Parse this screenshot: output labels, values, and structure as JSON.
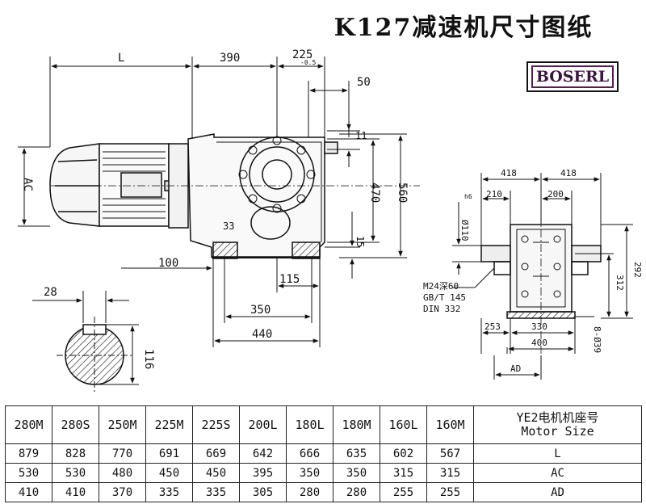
{
  "title": "K127减速机尺寸图纸",
  "brand": "BOSERL",
  "dimensions": {
    "L": "L",
    "d390": "390",
    "d225": "225",
    "tol05": "-0.5",
    "d50": "50",
    "d11": "11",
    "d470": "470",
    "d560": "560",
    "AC": "AC",
    "d33": "33",
    "d100": "100",
    "d15": "15",
    "d115": "115",
    "d350": "350",
    "d440": "440",
    "d28": "28",
    "d116": "116",
    "d418a": "418",
    "d418b": "418",
    "d210": "210",
    "d200": "200",
    "d110": "Ø110",
    "tol_h6": "h6",
    "d292": "292",
    "d312": "312",
    "bolt": "M24深60",
    "std1": "GB/T 145",
    "std2": "DIN 332",
    "d253": "253",
    "d330": "330",
    "d400": "400",
    "d8039": "8-Ø39",
    "AD": "AD"
  },
  "table": {
    "header_label_cn": "YE2电机机座号",
    "header_label_en": "Motor Size",
    "columns": [
      "160M",
      "160L",
      "180M",
      "180L",
      "200L",
      "225S",
      "225M",
      "250M",
      "280S",
      "280M"
    ],
    "rows": [
      {
        "label": "L",
        "values": [
          "567",
          "602",
          "635",
          "666",
          "642",
          "669",
          "691",
          "770",
          "828",
          "879"
        ]
      },
      {
        "label": "AC",
        "values": [
          "315",
          "315",
          "350",
          "350",
          "395",
          "450",
          "450",
          "480",
          "530",
          "530"
        ]
      },
      {
        "label": "AD",
        "values": [
          "255",
          "255",
          "280",
          "280",
          "305",
          "335",
          "335",
          "370",
          "410",
          "410"
        ]
      }
    ]
  }
}
